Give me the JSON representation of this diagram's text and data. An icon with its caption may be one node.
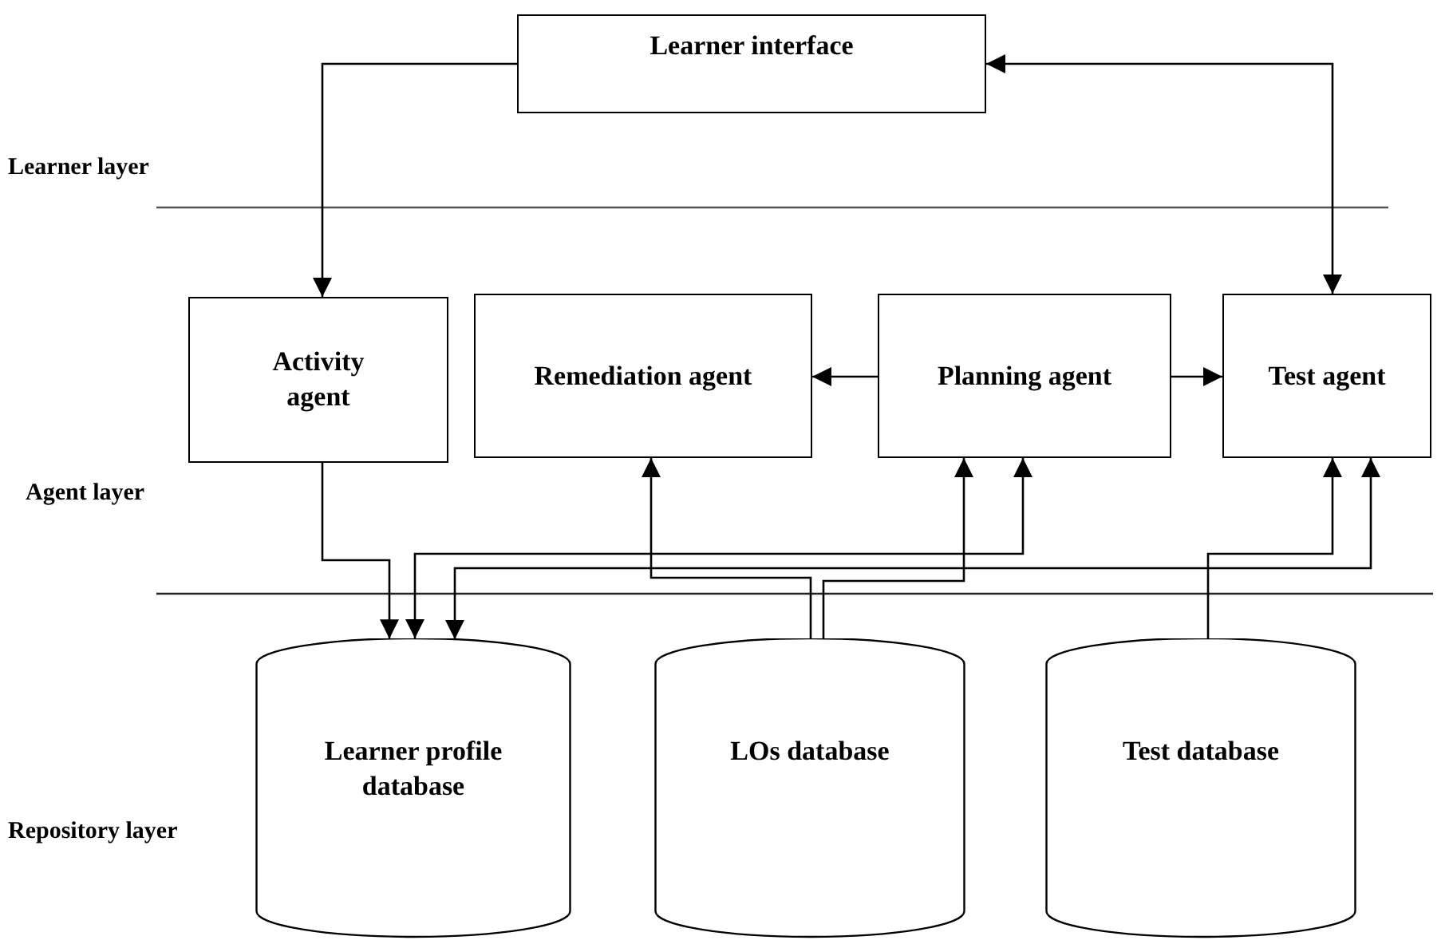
{
  "diagram": {
    "nodes": [
      {
        "text": [
          "Learner interface"
        ]
      },
      {
        "text": [
          "Activity agent"
        ]
      },
      {
        "text": [
          "Remediation agent"
        ]
      },
      {
        "text": [
          "Planning agent"
        ]
      },
      {
        "text": [
          "Test agent"
        ]
      },
      {
        "text": [
          "Learner profile database"
        ]
      },
      {
        "text": [
          "LOs database"
        ]
      },
      {
        "text": [
          "Test database"
        ]
      }
    ],
    "edges": [
      {
        "from": 0,
        "to": 1,
        "arrow": "to"
      },
      {
        "from": 4,
        "to": 0,
        "arrow": "both"
      },
      {
        "from": 3,
        "to": 2,
        "arrow": "to"
      },
      {
        "from": 3,
        "to": 4,
        "arrow": "to"
      },
      {
        "from": 1,
        "to": 5,
        "arrow": "to"
      },
      {
        "from": 3,
        "to": 5,
        "arrow": "both"
      },
      {
        "from": 4,
        "to": 5,
        "arrow": "both"
      },
      {
        "from": 6,
        "to": 2,
        "arrow": "to"
      },
      {
        "from": 6,
        "to": 3,
        "arrow": "to"
      },
      {
        "from": 7,
        "to": 4,
        "arrow": "to"
      }
    ],
    "labels": [
      "Learner layer",
      "Agent layer",
      "Repository layer"
    ]
  }
}
